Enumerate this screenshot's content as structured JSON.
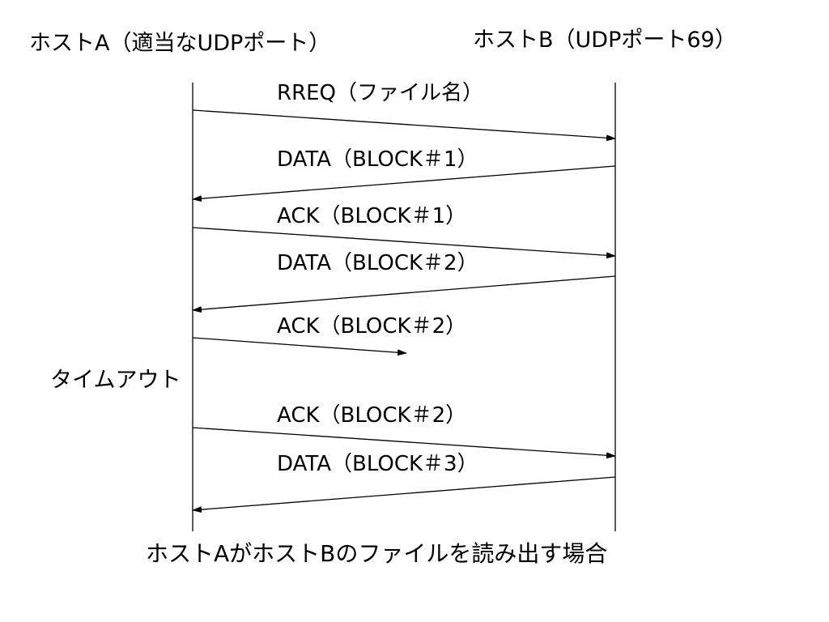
{
  "hosts": {
    "a_label": "ホストA（適当なUDPポート）",
    "b_label": "ホストB（UDPポート69）"
  },
  "messages": [
    {
      "label": "RREQ（ファイル名）",
      "direction": "A→B",
      "delivered": true
    },
    {
      "label": "DATA（BLOCK＃1）",
      "direction": "B→A",
      "delivered": true
    },
    {
      "label": "ACK（BLOCK＃1）",
      "direction": "A→B",
      "delivered": true
    },
    {
      "label": "DATA（BLOCK＃2）",
      "direction": "B→A",
      "delivered": true
    },
    {
      "label": "ACK（BLOCK＃2）",
      "direction": "A→B",
      "delivered": false
    },
    {
      "label": "ACK（BLOCK＃2）",
      "direction": "A→B",
      "delivered": true
    },
    {
      "label": "DATA（BLOCK＃3）",
      "direction": "B→A",
      "delivered": true
    }
  ],
  "timeout_label": "タイムアウト",
  "caption": "ホストAがホストBのファイルを読み出す場合",
  "colors": {
    "line": "#000000",
    "background": "#ffffff"
  }
}
